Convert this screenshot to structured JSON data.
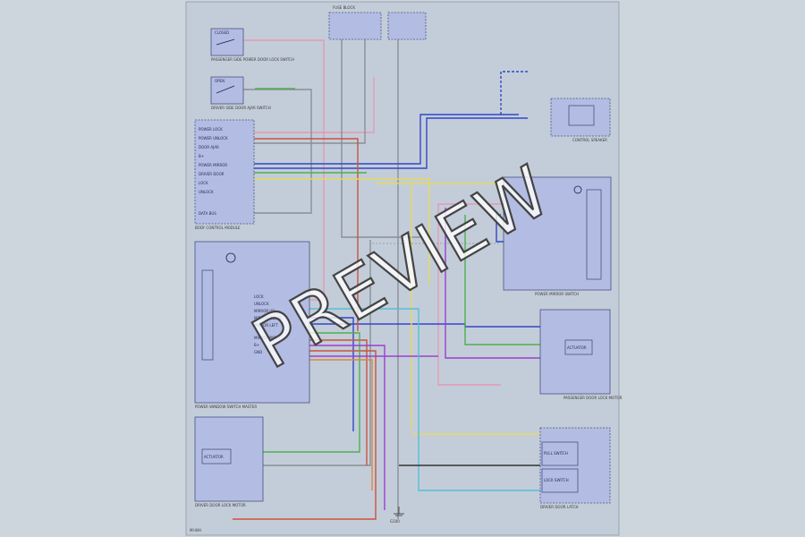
{
  "watermark": "PREVIEW",
  "footer": "MI-WH",
  "colors": {
    "background": "#cdd5dd",
    "sheet": "#bfcad6",
    "module": "#b3bde3",
    "pink": "#e39ab5",
    "red": "#c9533f",
    "blue": "#3347c7",
    "green": "#4fae4f",
    "yellow": "#e6d860",
    "purple": "#9b3fcf",
    "gray": "#8a8f96",
    "cyan": "#56bfd6",
    "orange": "#d98a3c"
  },
  "components": {
    "s1": {
      "title": "PASSENGER SIDE POWER DOOR LOCK SWITCH",
      "state": "CLOSED"
    },
    "s2": {
      "title": "DRIVER SIDE DOOR AJAR SWITCH",
      "state": "OPEN"
    },
    "bcm": {
      "title": "BODY CONTROL MODULE",
      "pins": [
        "POWER LOCK",
        "POWER UNLOCK",
        "DOOR AJAR",
        "B+",
        "POWER MIRROR",
        "DRIVER DOOR",
        "LOCK",
        "UNLOCK",
        "DATA BUS"
      ]
    },
    "pwsm": {
      "title": "POWER WINDOW SWITCH MASTER",
      "pins": [
        "LOCK",
        "UNLOCK",
        "MIRROR UP",
        "MIRROR DOWN",
        "MIRROR LEFT",
        "MIRROR RIGHT",
        "B+",
        "GND"
      ]
    },
    "mirror": {
      "title": "POWER MIRROR SWITCH"
    },
    "motor_l": {
      "title": "DRIVER DOOR LOCK MOTOR",
      "part": "ACTUATOR"
    },
    "motor_r": {
      "title": "PASSENGER DOOR LOCK MOTOR",
      "part": "ACTUATOR"
    },
    "door_latch": {
      "title": "DRIVER DOOR LATCH",
      "parts": [
        "PULL SWITCH",
        "LOCK SWITCH"
      ]
    },
    "fuse": {
      "title": "FUSE BLOCK"
    },
    "speaker": {
      "title": "CONTROL SPEAKER"
    },
    "ground": {
      "title": "G100"
    }
  }
}
